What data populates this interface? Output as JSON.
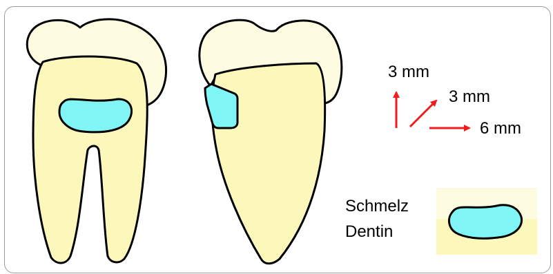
{
  "measurements": {
    "height_label": "3 mm",
    "depth_label": "3 mm",
    "width_label": "6 mm"
  },
  "legend": {
    "enamel_label": "Schmelz",
    "dentin_label": "Dentin"
  },
  "colors": {
    "enamel": "#fefce0",
    "dentin": "#fcf7ba",
    "cavity": "#7ff5f5",
    "arrow": "#ee1c1c",
    "outline": "#000000",
    "frame": "#9a9a9a"
  }
}
